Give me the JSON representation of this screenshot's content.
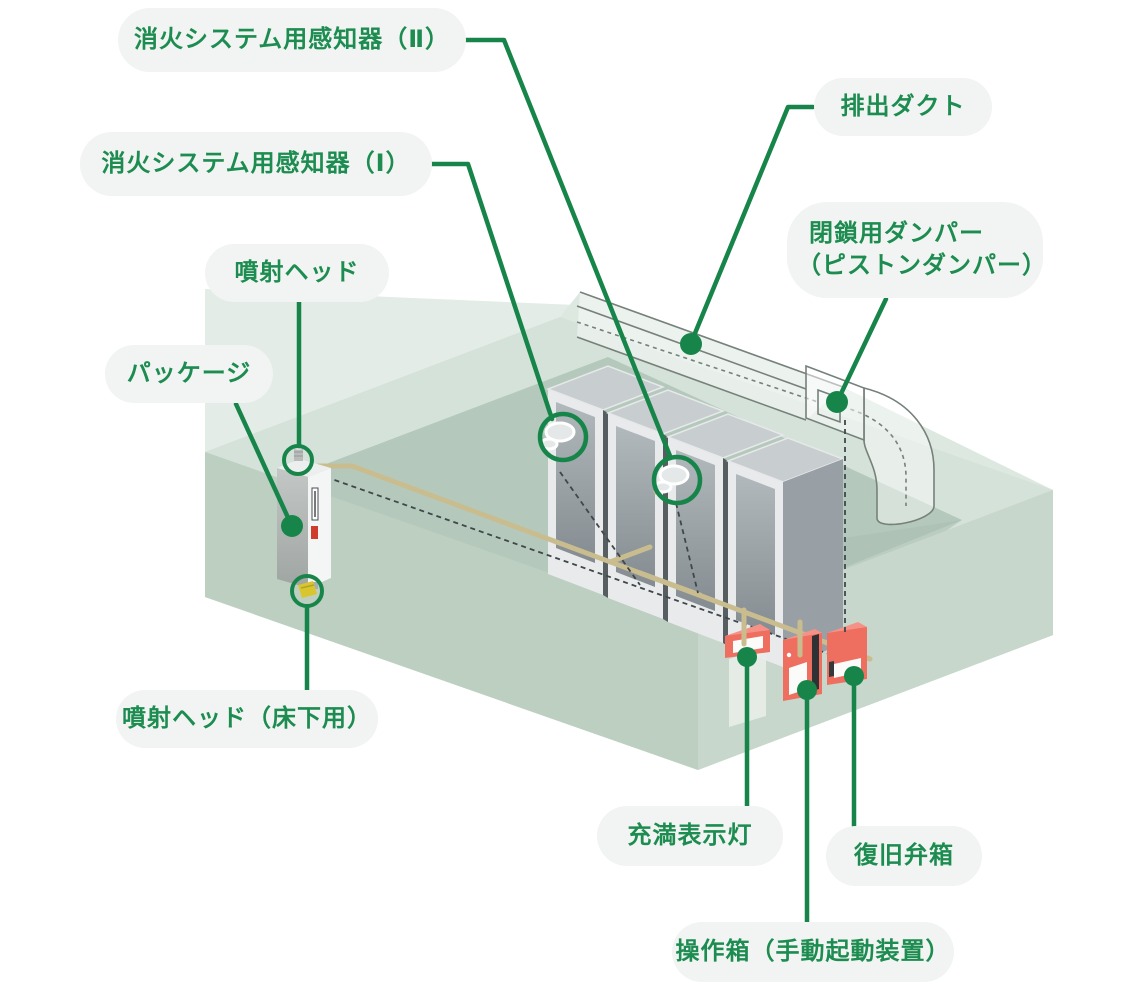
{
  "labels": {
    "sensor2": "消火システム用感知器（Ⅱ）",
    "sensor1": "消火システム用感知器（Ⅰ）",
    "spray_head": "噴射ヘッド",
    "package": "パッケージ",
    "spray_head_underfloor": "噴射ヘッド（床下用）",
    "exhaust_duct": "排出ダクト",
    "damper_line1": "閉鎖用ダンパー",
    "damper_line2": "（ピストンダンパー）",
    "fill_indicator_lamp": "充満表示灯",
    "recovery_valve_box": "復旧弁箱",
    "operation_box": "操作箱（手動起動装置）"
  },
  "colors": {
    "accent_green": "#17854a",
    "label_text": "#1d8c50",
    "label_background": "#f1f4f2",
    "wall_green": "#e3ece6",
    "floor_green": "#d5e2d9",
    "underfloor_green": "#b4c9bb",
    "slab_face_green": "#bccfc1",
    "rack_gray": "#a9b1b5",
    "equipment_red": "#ee6f60",
    "pipe_tan": "#c9bd90",
    "wiring_dark": "#3f474b"
  }
}
